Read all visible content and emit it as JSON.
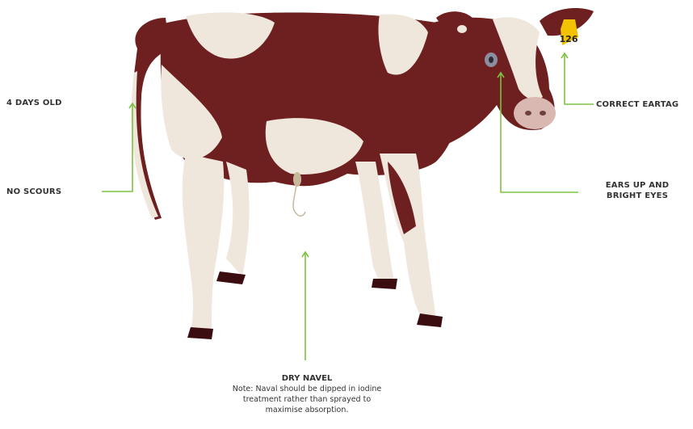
{
  "labels": {
    "age": "4 DAYS OLD",
    "scours": "NO SCOURS",
    "eartag": "CORRECT EARTAG",
    "ears_line1": "EARS UP AND",
    "ears_line2": "BRIGHT EYES",
    "navel_title": "DRY NAVEL",
    "navel_note_1": "Note: Naval should be dipped in iodine",
    "navel_note_2": "treatment rather than sprayed to",
    "navel_note_3": "maximise absorption."
  },
  "eartag_number": "126",
  "colors": {
    "callout_line": "#7dc242",
    "coat_dark": "#6e1f1f",
    "coat_light": "#efe6dc",
    "eartag": "#f2c200",
    "text": "#333333"
  }
}
